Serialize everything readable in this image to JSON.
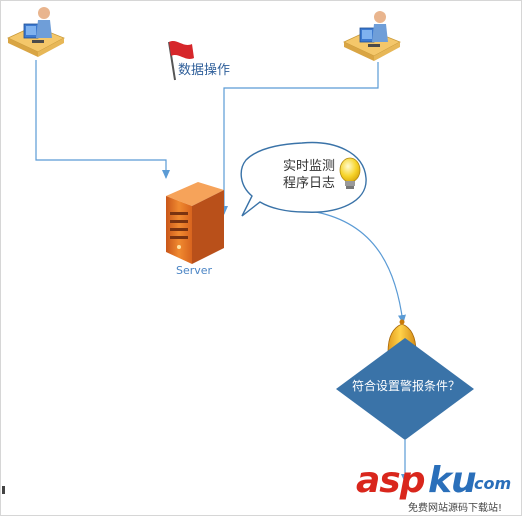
{
  "labels": {
    "data_operation": "数据操作",
    "monitor_line1": "实时监测",
    "monitor_line2": "程序日志",
    "server": "Server",
    "condition": "符合设置警报条件？"
  },
  "watermark": {
    "asp": "asp",
    "ku": "ku",
    "dot": ".",
    "com": "com",
    "sub": "免费网站源码下载站!"
  },
  "colors": {
    "arrow": "#5b9bd5",
    "diamond": "#3a73a8",
    "server_orange": "#e8741f",
    "bell": "#f0b020",
    "bulb": "#f7d42a",
    "flag": "#d6262a"
  },
  "icons": [
    "workstation-icon",
    "flag-icon",
    "server-icon",
    "lightbulb-icon",
    "bell-icon"
  ]
}
